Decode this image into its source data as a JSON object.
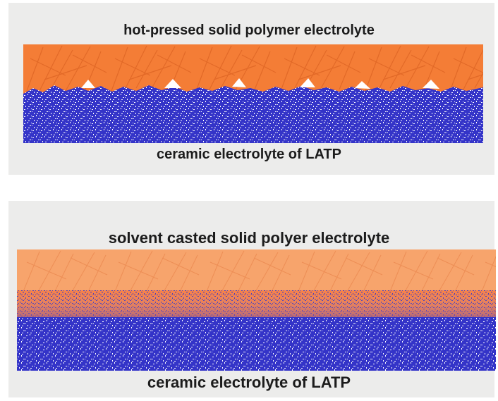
{
  "panels": [
    {
      "title": "hot-pressed solid polymer electrolyte",
      "caption": "ceramic electrolyte of LATP"
    },
    {
      "title": "solvent casted solid polyer electrolyte",
      "caption": "ceramic electrolyte of LATP"
    }
  ],
  "colors": {
    "polymer_orange": "#f47d36",
    "ceramic_blue": "#3434c8",
    "panel_background": "#ececeb"
  }
}
